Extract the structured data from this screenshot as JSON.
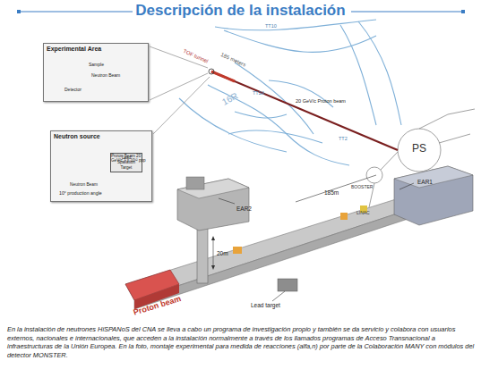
{
  "diagram": {
    "title": "Descripción de la instalación",
    "caption": "En la instalación de neutrones HiSPANoS del CNA se lleva a cabo un programa de investigación propio y también se da servicio y colabora con usuarios externos, nacionales e internacionales, que acceden a la instalación normalmente a través de los llamados programas de Acceso Transnacional a infraestructuras de la Unión Europea. En la foto, montaje experimental para medida de reacciones (alfa,n) por parte de la Colaboración MANY con módulos del detector MONSTER.",
    "nodes": [
      {
        "text": [
          "Experimental Area"
        ]
      },
      {
        "text": [
          "Neutron source"
        ]
      },
      {
        "text": [
          "Lead Spallation Target"
        ],
        "in": 1
      }
    ],
    "labels": [
      "TOF tunnel",
      "185 meters",
      "TT2A",
      "TT10",
      "16R",
      "20 GeV/c Proton beam",
      "TT2",
      "BOOSTER",
      "PS",
      "LINAC",
      "Sample",
      "Neutron Beam",
      "Detector",
      "Proton Beam 20 GeV/c 7 x 10¹² ppp",
      "Neutron Beam",
      "10° production angle",
      "EAR2",
      "20m",
      "185m",
      "EAR1",
      "Lead target",
      "Proton beam"
    ]
  }
}
